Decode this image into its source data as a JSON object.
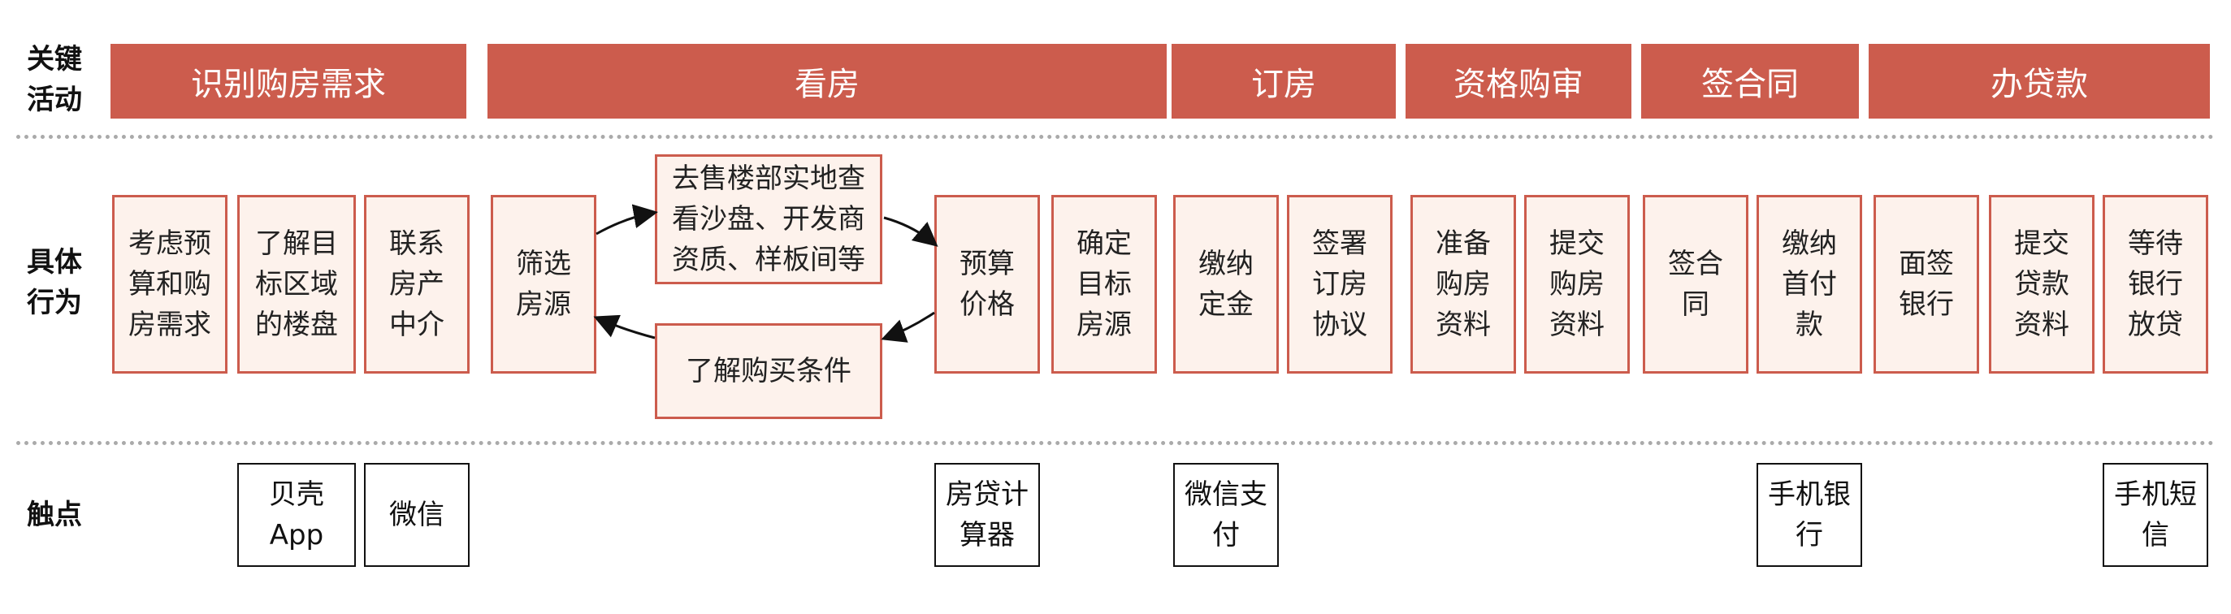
{
  "row_labels": {
    "key_activities": "关键\n活动",
    "behaviors": "具体\n行为",
    "touchpoints": "触点"
  },
  "stages": [
    {
      "label": "识别购房需求"
    },
    {
      "label": "看房"
    },
    {
      "label": "订房"
    },
    {
      "label": "资格购审"
    },
    {
      "label": "签合同"
    },
    {
      "label": "办贷款"
    }
  ],
  "behaviors": [
    {
      "label": "考虑预\n算和购\n房需求"
    },
    {
      "label": "了解目\n标区域\n的楼盘"
    },
    {
      "label": "联系\n房产\n中介"
    },
    {
      "label": "筛选\n房源"
    },
    {
      "label": "去售楼部实地查\n看沙盘、开发商\n资质、样板间等"
    },
    {
      "label": "了解购买条件"
    },
    {
      "label": "预算\n价格"
    },
    {
      "label": "确定\n目标\n房源"
    },
    {
      "label": "缴纳\n定金"
    },
    {
      "label": "签署\n订房\n协议"
    },
    {
      "label": "准备\n购房\n资料"
    },
    {
      "label": "提交\n购房\n资料"
    },
    {
      "label": "签合\n同"
    },
    {
      "label": "缴纳\n首付\n款"
    },
    {
      "label": "面签\n银行"
    },
    {
      "label": "提交\n贷款\n资料"
    },
    {
      "label": "等待\n银行\n放贷"
    }
  ],
  "touchpoints": [
    {
      "label": "贝壳\nApp"
    },
    {
      "label": "微信"
    },
    {
      "label": "房贷计\n算器"
    },
    {
      "label": "微信支\n付"
    },
    {
      "label": "手机银\n行"
    },
    {
      "label": "手机短\n信"
    }
  ]
}
